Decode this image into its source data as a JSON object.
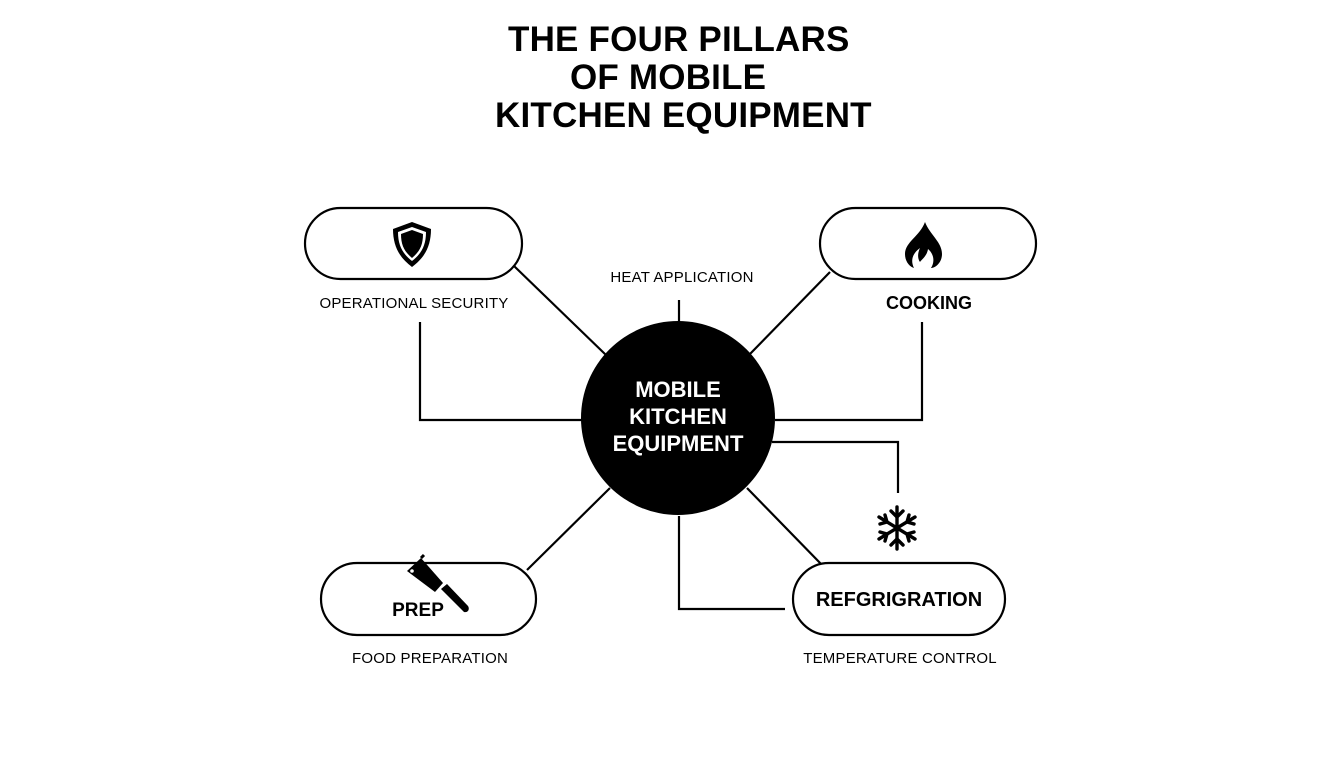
{
  "title": {
    "line1": "THE FOUR PILLARS",
    "line2": "OF MOBILE",
    "line3": "KITCHEN EQUIPMENT"
  },
  "hub": {
    "line1": "MOBILE",
    "line2": "KITCHEN",
    "line3": "EQUIPMENT"
  },
  "pillars": {
    "security": {
      "caption": "OPERATIONAL SECURITY",
      "icon": "shield-icon"
    },
    "cooking": {
      "label": "COOKING",
      "caption": "HEAT APPLICATION",
      "icon": "flame-icon"
    },
    "prep": {
      "label": "PREP",
      "caption": "FOOD PREPARATION",
      "icon": "knife-icon"
    },
    "refrigeration": {
      "label": "REFGRIGRATION",
      "caption": "TEMPERATURE CONTROL",
      "icon": "snowflake-icon"
    }
  },
  "colors": {
    "ink": "#000000",
    "background": "#ffffff"
  }
}
